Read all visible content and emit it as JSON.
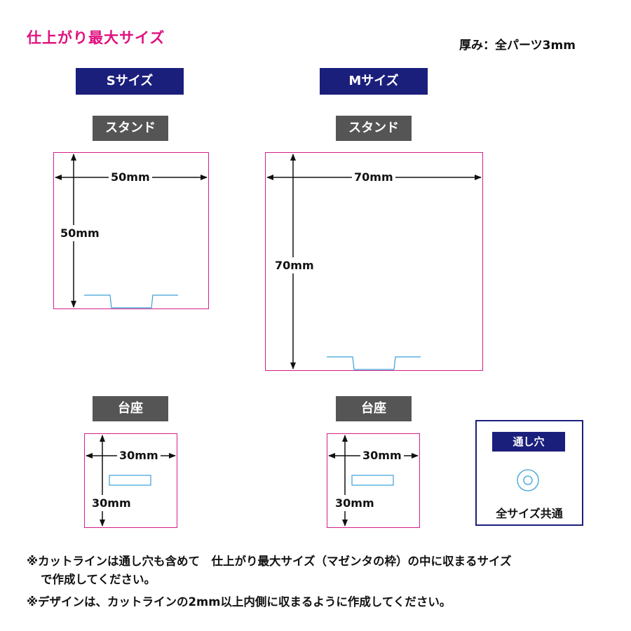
{
  "header": {
    "title": "仕上がり最大サイズ",
    "thickness": "厚み：全パーツ3mm"
  },
  "sections": {
    "s_size": {
      "label": "Sサイズ",
      "stand": {
        "label": "スタンド",
        "width": "50mm",
        "height": "50mm"
      },
      "base": {
        "label": "台座",
        "width": "30mm",
        "height": "30mm"
      }
    },
    "m_size": {
      "label": "Mサイズ",
      "stand": {
        "label": "スタンド",
        "width": "70mm",
        "height": "70mm"
      },
      "base": {
        "label": "台座",
        "width": "30mm",
        "height": "30mm"
      }
    }
  },
  "hole": {
    "label": "通し穴",
    "caption": "全サイズ共通"
  },
  "notes": {
    "line1": "※カットラインは通し穴も含めて　仕上がり最大サイズ（マゼンタの枠）の中に収まるサイズ",
    "line2": "で作成してください。",
    "line3": "※デザインは、カットラインの2mm以上内側に収まるように作成してください。"
  },
  "colors": {
    "magenta": "#d21f8c",
    "navy": "#1b1f7c",
    "gray": "#555555",
    "cyan_line": "#3aa0d8",
    "title_pink": "#e0107f"
  }
}
